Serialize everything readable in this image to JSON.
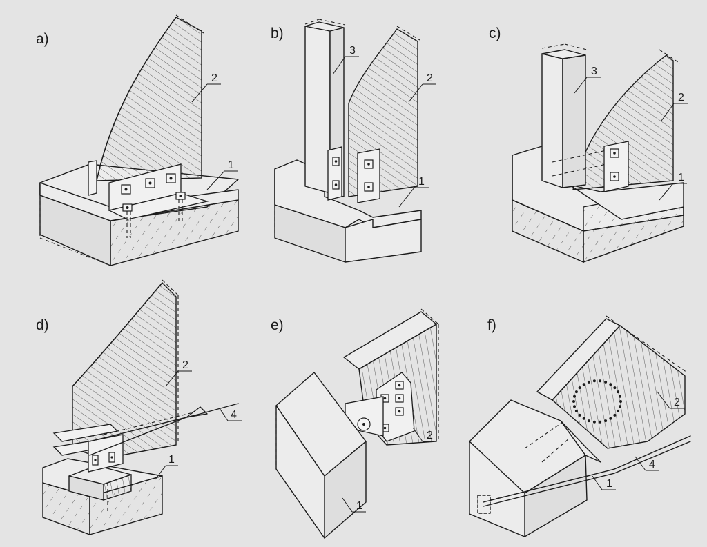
{
  "panels": [
    {
      "id": "a",
      "label": "a)",
      "callouts": [
        "1",
        "2"
      ]
    },
    {
      "id": "b",
      "label": "b)",
      "callouts": [
        "1",
        "2",
        "3"
      ]
    },
    {
      "id": "c",
      "label": "c)",
      "callouts": [
        "1",
        "2",
        "3"
      ]
    },
    {
      "id": "d",
      "label": "d)",
      "callouts": [
        "1",
        "2",
        "4"
      ]
    },
    {
      "id": "e",
      "label": "e)",
      "callouts": [
        "1",
        "2"
      ]
    },
    {
      "id": "f",
      "label": "f)",
      "callouts": [
        "1",
        "2",
        "4"
      ]
    }
  ],
  "colors": {
    "background": "#e4e4e4",
    "ink": "#1c1c1c"
  }
}
